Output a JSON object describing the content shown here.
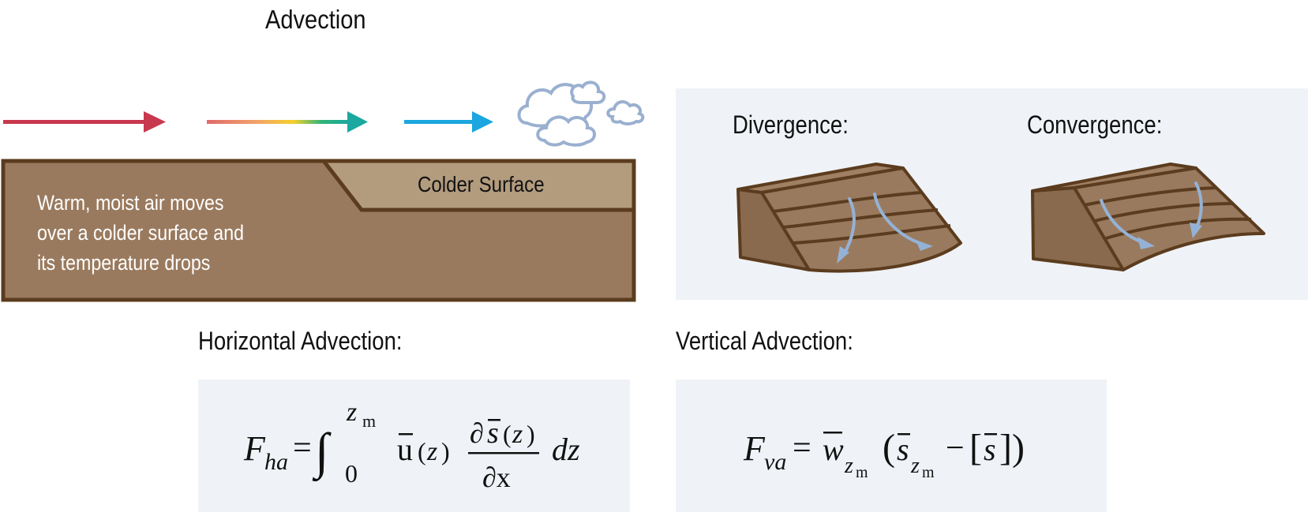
{
  "title": "Advection",
  "ground": {
    "text_lines": [
      "Warm, moist air moves",
      "over a colder surface and",
      "its temperature drops"
    ],
    "colder_surface_label": "Colder Surface"
  },
  "divergence_label": "Divergence:",
  "convergence_label": "Convergence:",
  "horizontal_label": "Horizontal Advection:",
  "vertical_label": "Vertical Advection:",
  "colors": {
    "warm_arrow": "#c8384e",
    "cold_arrow": "#1ba6df",
    "ground_fill": "#9a7a5e",
    "ground_stroke": "#5c3c1e",
    "colder_fill": "#b39c7e",
    "flow_arrow": "#94b2d6",
    "cloud_stroke": "#9ab0d0",
    "panel_bg": "#eff3f7"
  },
  "icons": [
    "arrow-right-icon",
    "cloud-icon"
  ]
}
